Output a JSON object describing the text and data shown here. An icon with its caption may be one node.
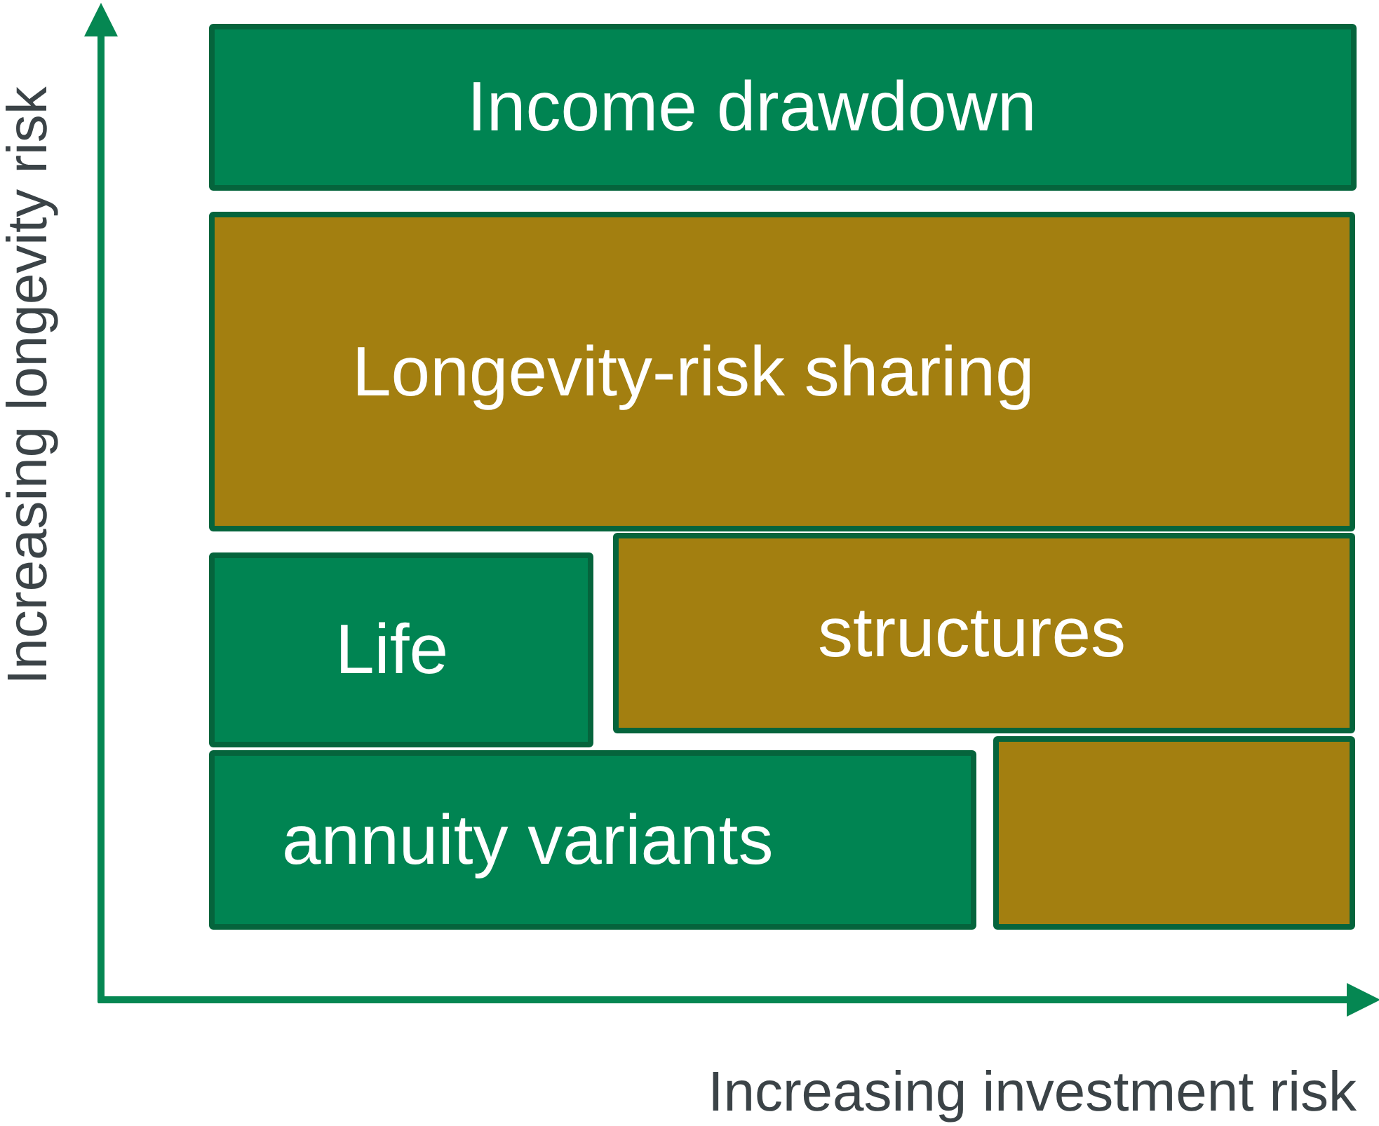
{
  "diagram": {
    "nodes": [
      {
        "text": [
          "Income drawdown"
        ]
      },
      {
        "text": [
          "Longevity-risk sharing"
        ]
      },
      {
        "text": [
          "Life"
        ]
      },
      {
        "text": [
          "structures"
        ]
      },
      {
        "text": [
          "annuity variants"
        ]
      },
      {
        "text": [],
        "shape": "box"
      }
    ],
    "labels": [
      "Increasing longevity risk",
      "Increasing investment risk"
    ]
  }
}
